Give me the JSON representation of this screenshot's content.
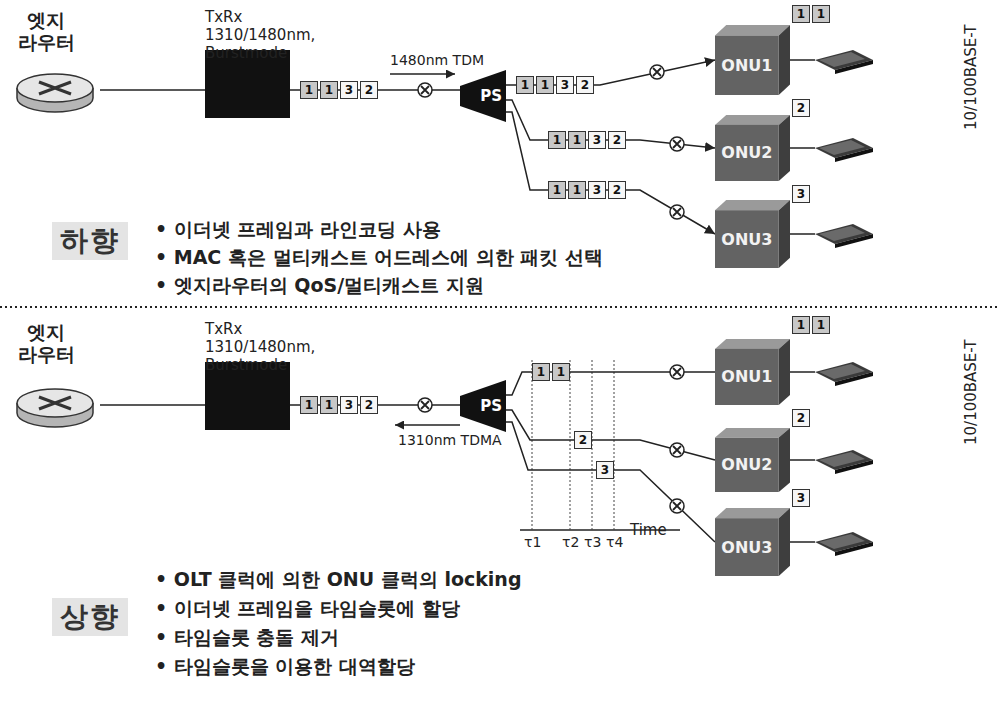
{
  "diagram": {
    "nodes": [
      {
        "text": [
          "엣지 라우터"
        ]
      },
      {
        "text": [
          "TxRx 1310/1480nm, Burstmode"
        ]
      },
      {
        "text": [
          "1"
        ]
      },
      {
        "text": [
          "1"
        ]
      },
      {
        "text": [
          "3"
        ]
      },
      {
        "text": [
          "2"
        ]
      },
      {
        "text": [
          "PS"
        ]
      },
      {
        "text": [
          "1"
        ]
      },
      {
        "text": [
          "1"
        ]
      },
      {
        "text": [
          "3"
        ]
      },
      {
        "text": [
          "2"
        ]
      },
      {
        "text": [
          "ONU1"
        ]
      },
      {
        "text": [
          "1"
        ]
      },
      {
        "text": [
          "1"
        ]
      },
      {
        "text": [
          "1"
        ]
      },
      {
        "text": [
          "1"
        ]
      },
      {
        "text": [
          "3"
        ]
      },
      {
        "text": [
          "2"
        ]
      },
      {
        "text": [
          "ONU2"
        ]
      },
      {
        "text": [
          "2"
        ]
      },
      {
        "text": [
          "1"
        ]
      },
      {
        "text": [
          "1"
        ]
      },
      {
        "text": [
          "3"
        ]
      },
      {
        "text": [
          "2"
        ]
      },
      {
        "text": [
          "ONU3"
        ]
      },
      {
        "text": [
          "3"
        ]
      },
      {
        "text": [
          "엣지 라우터"
        ]
      },
      {
        "text": [
          "TxRx 1310/1480nm, Burstmode"
        ]
      },
      {
        "text": [
          "1"
        ]
      },
      {
        "text": [
          "1"
        ]
      },
      {
        "text": [
          "3"
        ]
      },
      {
        "text": [
          "2"
        ]
      },
      {
        "text": [
          "PS"
        ]
      },
      {
        "text": [
          "1"
        ]
      },
      {
        "text": [
          "1"
        ]
      },
      {
        "text": [
          "ONU1"
        ]
      },
      {
        "text": [
          "1"
        ]
      },
      {
        "text": [
          "1"
        ]
      },
      {
        "text": [
          "2"
        ]
      },
      {
        "text": [
          "ONU2"
        ]
      },
      {
        "text": [
          "2"
        ]
      },
      {
        "text": [
          "3"
        ]
      },
      {
        "text": [
          "ONU3"
        ]
      },
      {
        "text": [
          "3"
        ]
      }
    ],
    "edges": [
      {
        "from": 0,
        "to": 1,
        "arrow": "none"
      },
      {
        "from": 1,
        "to": 6,
        "arrow": "none"
      },
      {
        "from": 6,
        "to": 11,
        "arrow": "to"
      },
      {
        "from": 6,
        "to": 18,
        "arrow": "to"
      },
      {
        "from": 6,
        "to": 24,
        "arrow": "to"
      },
      {
        "from": 26,
        "to": 27,
        "arrow": "none"
      },
      {
        "from": 27,
        "to": 32,
        "arrow": "none"
      },
      {
        "from": 32,
        "to": 35,
        "arrow": "none"
      },
      {
        "from": 32,
        "to": 39,
        "arrow": "none"
      },
      {
        "from": 32,
        "to": 42,
        "arrow": "none"
      }
    ],
    "labels": [
      "1480nm TDM",
      "10/100BASE-T",
      "하향",
      "• 이더넷 프레임과 라인코딩 사용",
      "• MAC 혹은 멀티캐스트 어드레스에 의한 패킷 선택",
      "• 엣지라우터의 QoS/멀티캐스트 지원",
      "1310nm TDMA",
      "τ1",
      "τ2",
      "τ3",
      "τ4",
      "Time",
      "10/100BASE-T",
      "상향",
      "• OLT 클럭에 의한 ONU 클럭의 locking",
      "• 이더넷 프레임을 타임슬롯에 할당",
      "• 타임슬롯 충돌 제거",
      "• 타임슬롯을 이용한 대역할당"
    ]
  }
}
